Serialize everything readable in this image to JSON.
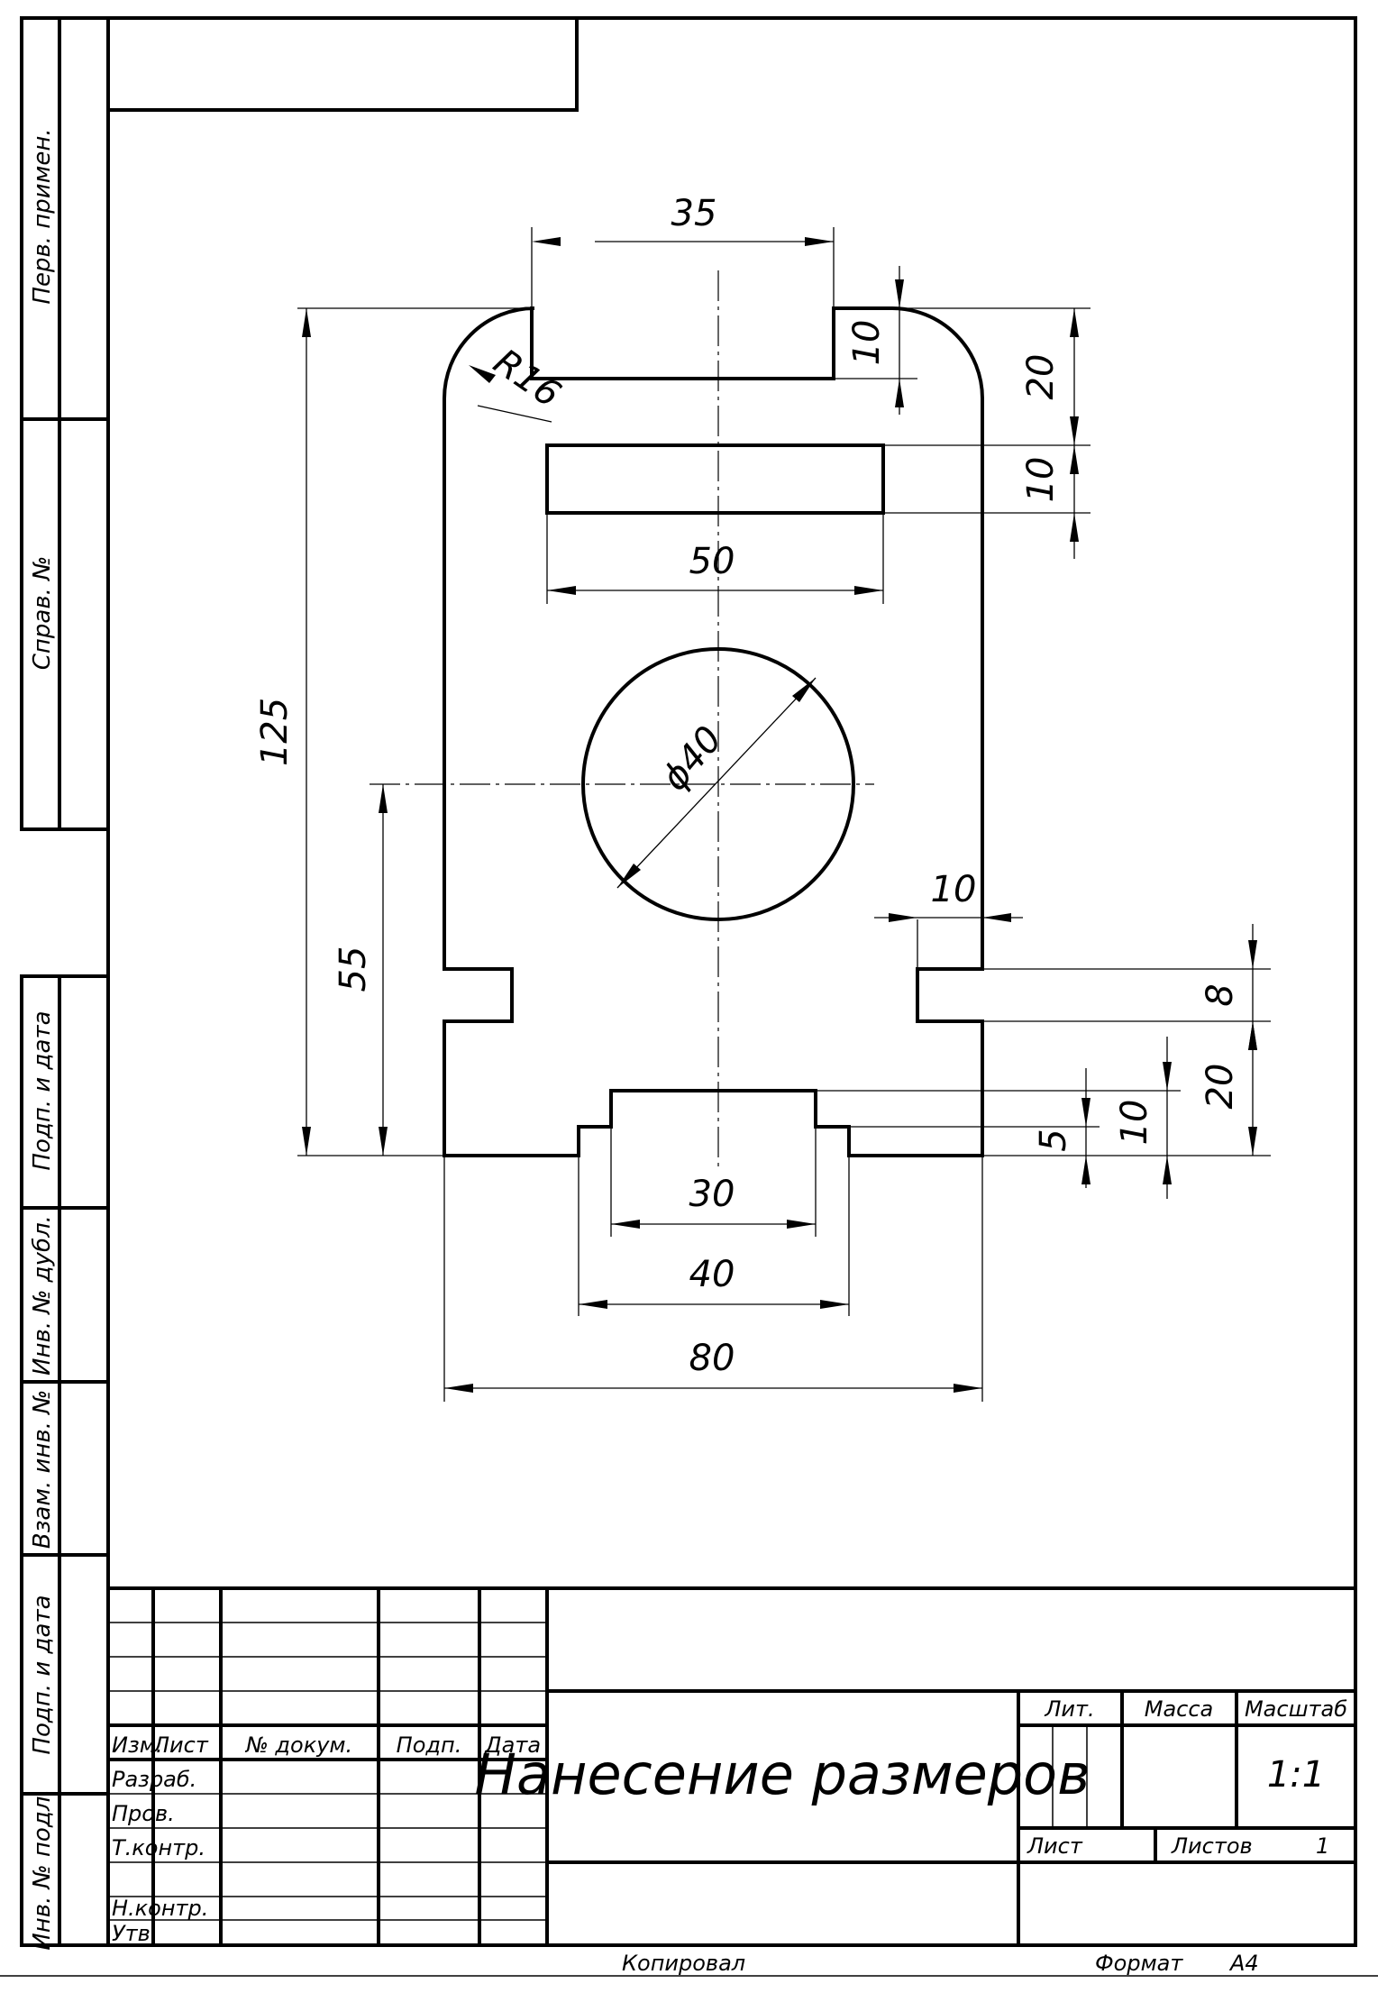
{
  "dimensions": {
    "top_slot_width": "35",
    "top_slot_depth": "10",
    "top_rect_offset": "20",
    "rect_height": "10",
    "rect_width": "50",
    "corner_radius": "R16",
    "hole_diameter": "ϕ40",
    "overall_height": "125",
    "hole_center_height": "55",
    "side_notch_depth": "10",
    "side_notch_width": "8",
    "side_notch_height": "20",
    "bottom_step_height": "10",
    "bottom_step_depth": "5",
    "bottom_inner_width": "30",
    "bottom_outer_width": "40",
    "overall_width": "80"
  },
  "side_stamps": {
    "perv_primen": "Перв. примен.",
    "sprav_no": "Справ. №",
    "podp_data_1": "Подп. и дата",
    "inv_no_dubl": "Инв. № дубл.",
    "vzam_inv_no": "Взам. инв. №",
    "podp_data_2": "Подп. и дата",
    "inv_no_podl": "Инв. № подл."
  },
  "title_block": {
    "header": {
      "izm": "Изм.",
      "list": "Лист",
      "doc_no": "№ докум.",
      "podp": "Подп.",
      "data": "Дата"
    },
    "roles": {
      "razrab": "Разраб.",
      "prov": "Пров.",
      "tkontr": "Т.контр.",
      "nkontr": "Н.контр.",
      "utv": "Утв."
    },
    "title": "Нанесение размеров",
    "lit": "Лит.",
    "massa": "Масса",
    "masshtab": "Масштаб",
    "scale_value": "1:1",
    "list_label": "Лист",
    "listov_label": "Листов",
    "listov_value": "1"
  },
  "footer": {
    "kopiroval": "Копировал",
    "format_label": "Формат",
    "format_value": "A4"
  }
}
